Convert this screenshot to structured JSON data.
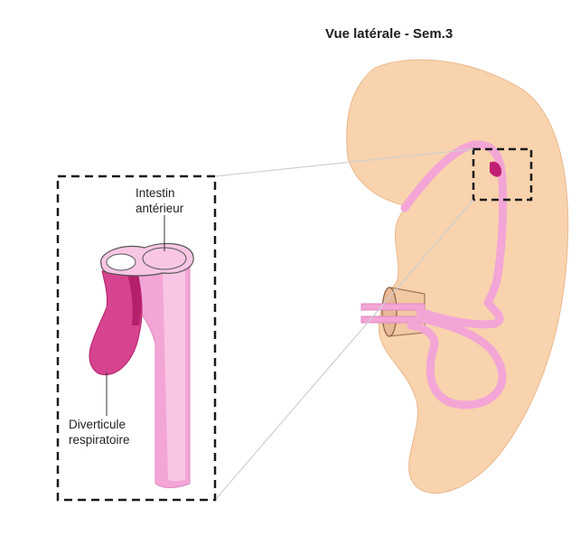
{
  "figure": {
    "title": "Vue latérale - Sem.3",
    "labels": {
      "foregut_line1": "Intestin",
      "foregut_line2": "antérieur",
      "diverticulum_line1": "Diverticule",
      "diverticulum_line2": "respiratoire"
    }
  },
  "colors": {
    "embryo": "#f8d3ad",
    "gut_tube": "#f3a6d6",
    "gut_outline": "#e186c0",
    "diverticulum": "#d6438e",
    "diverticulum_dark": "#b51f6b",
    "tube_light": "#f8c6e4",
    "lumen": "#ffffff",
    "frame": "#1a1a1a"
  }
}
